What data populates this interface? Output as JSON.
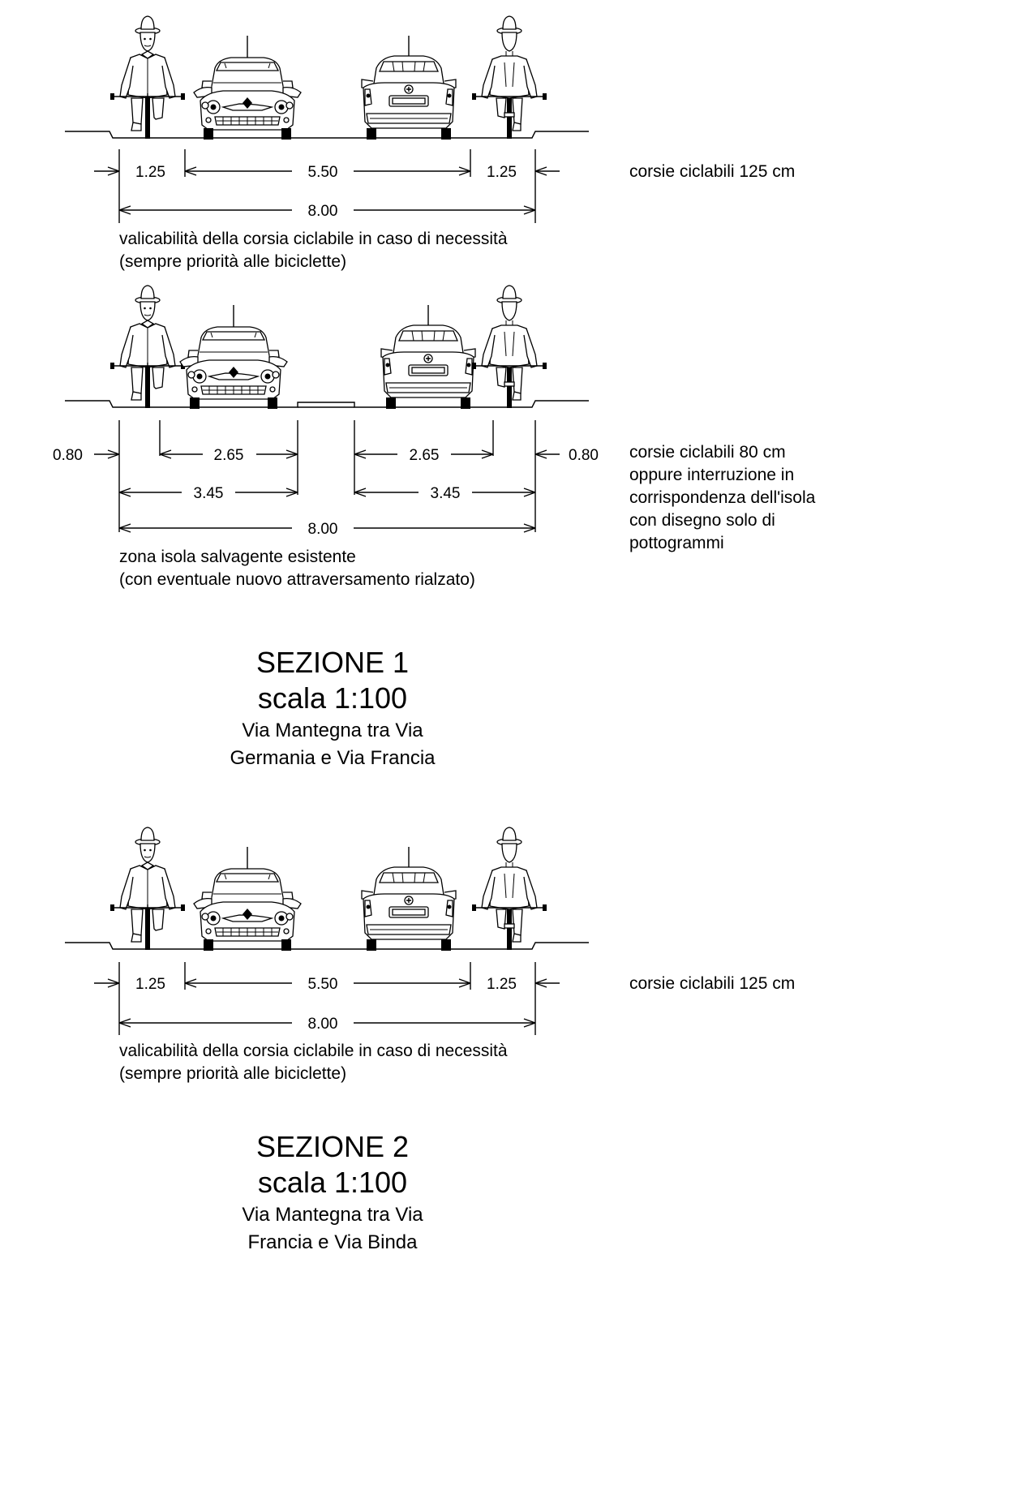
{
  "section1a": {
    "dims": {
      "left_lane": "1.25",
      "carriage": "5.50",
      "right_lane": "1.25",
      "total": "8.00"
    },
    "note_line1": "valicabilità della corsia ciclabile in caso di necessità",
    "note_line2": "(sempre priorità alle biciclette)",
    "side_note": "corsie ciclabili 125 cm"
  },
  "section1b": {
    "dims": {
      "left_lane": "0.80",
      "left_road": "2.65",
      "right_road": "2.65",
      "right_lane": "0.80",
      "left_half": "3.45",
      "right_half": "3.45",
      "total": "8.00"
    },
    "note_line1": "zona isola salvagente esistente",
    "note_line2": "(con eventuale nuovo attraversamento rialzato)",
    "side_note_lines": [
      "corsie ciclabili 80 cm",
      "oppure interruzione in",
      "corrispondenza dell'isola",
      "con disegno solo di",
      "pottogrammi"
    ]
  },
  "title1": {
    "heading": "SEZIONE 1",
    "scale": "scala 1:100",
    "desc_line1": "Via Mantegna tra Via",
    "desc_line2": "Germania e Via Francia"
  },
  "section2": {
    "dims": {
      "left_lane": "1.25",
      "carriage": "5.50",
      "right_lane": "1.25",
      "total": "8.00"
    },
    "note_line1": "valicabilità della corsia ciclabile in caso di necessità",
    "note_line2": "(sempre priorità alle biciclette)",
    "side_note": "corsie ciclabili 125 cm"
  },
  "title2": {
    "heading": "SEZIONE 2",
    "scale": "scala 1:100",
    "desc_line1": "Via Mantegna tra Via",
    "desc_line2": "Francia e Via Binda"
  }
}
